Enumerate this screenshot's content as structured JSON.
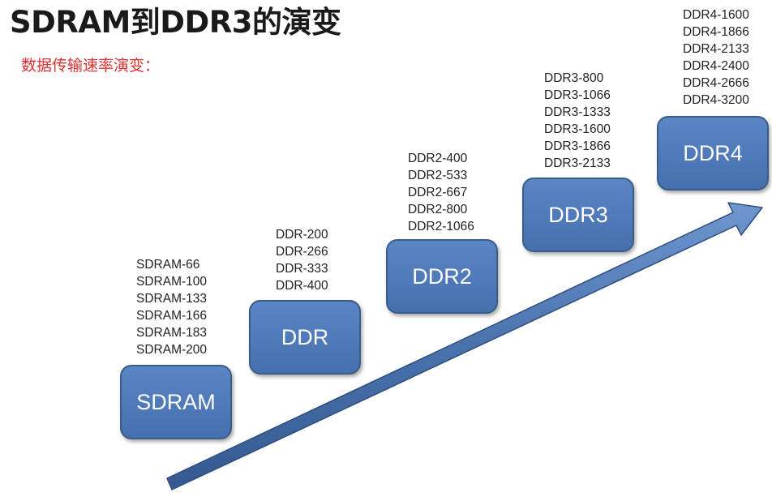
{
  "header": {
    "title": "SDRAM到DDR3的演变",
    "subtitle": "数据传输速率演变："
  },
  "generations": [
    {
      "label": "SDRAM",
      "rates": [
        "SDRAM-66",
        "SDRAM-100",
        "SDRAM-133",
        "SDRAM-166",
        "SDRAM-183",
        "SDRAM-200"
      ]
    },
    {
      "label": "DDR",
      "rates": [
        "DDR-200",
        "DDR-266",
        "DDR-333",
        "DDR-400"
      ]
    },
    {
      "label": "DDR2",
      "rates": [
        "DDR2-400",
        "DDR2-533",
        "DDR2-667",
        "DDR2-800",
        "DDR2-1066"
      ]
    },
    {
      "label": "DDR3",
      "rates": [
        "DDR3-800",
        "DDR3-1066",
        "DDR3-1333",
        "DDR3-1600",
        "DDR3-1866",
        "DDR3-2133"
      ]
    },
    {
      "label": "DDR4",
      "rates": [
        "DDR4-1600",
        "DDR4-1866",
        "DDR4-2133",
        "DDR4-2400",
        "DDR4-2666",
        "DDR4-3200"
      ]
    }
  ],
  "colors": {
    "box_fill": "#4f79b8",
    "box_border": "#385d8a",
    "arrow_fill": "#4a72ad",
    "subtitle": "#e0302f"
  }
}
